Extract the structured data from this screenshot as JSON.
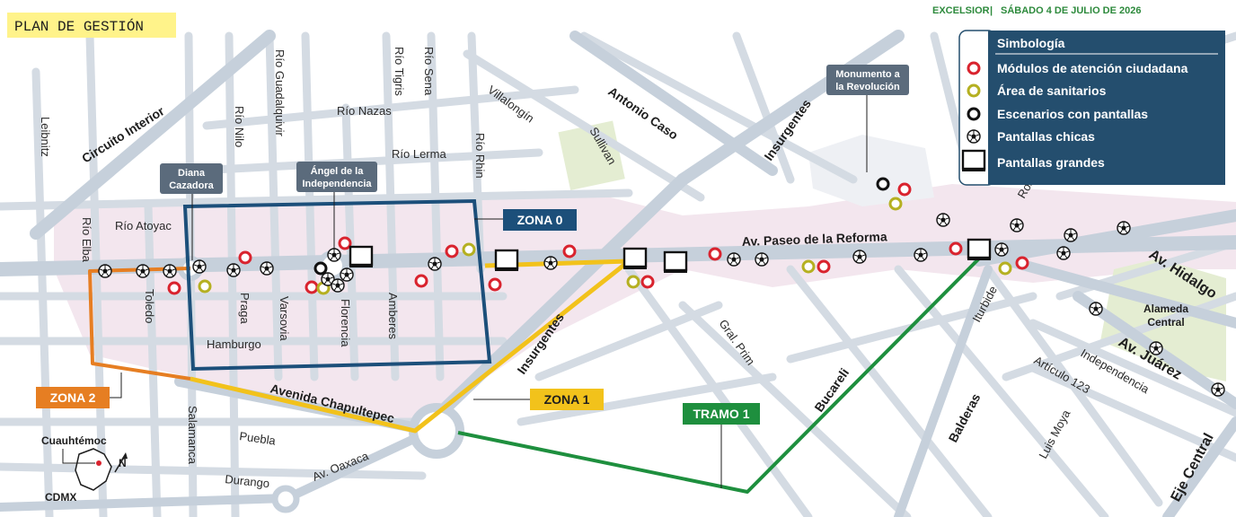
{
  "header": {
    "title": "PLAN DE GESTIÓN",
    "publication": "EXCELSIOR",
    "separator": "|",
    "date": "SÁBADO 4 DE JULIO DE 2026"
  },
  "legend": {
    "title": "Simbología",
    "items": [
      {
        "label": "Módulos de atención ciudadana",
        "icon": "red-circle-icon"
      },
      {
        "label": "Área de sanitarios",
        "icon": "yellow-circle-icon"
      },
      {
        "label": "Escenarios con pantallas",
        "icon": "black-circle-icon"
      },
      {
        "label": "Pantallas chicas",
        "icon": "soccer-ball-icon"
      },
      {
        "label": "Pantallas grandes",
        "icon": "screen-icon"
      }
    ]
  },
  "zones": {
    "zona0": "ZONA 0",
    "zona1": "ZONA 1",
    "zona2": "ZONA 2",
    "tramo1": "TRAMO 1"
  },
  "landmarks": {
    "diana": [
      "Diana",
      "Cazadora"
    ],
    "angel": [
      "Ángel de la",
      "Independencia"
    ],
    "monumento": [
      "Monumento a",
      "la Revolución"
    ],
    "alameda": [
      "Alameda",
      "Central"
    ]
  },
  "streets": {
    "leibnitz": "Leibnitz",
    "circuito": "Circuito Interior",
    "rio_nilo": "Río Nilo",
    "rio_guadalquivir": "Río Guadalquivir",
    "rio_nazas": "Río Nazas",
    "rio_tigris": "Río Tigris",
    "rio_sena": "Río Sena",
    "villalongin": "Villalongín",
    "rio_lerma": "Río Lerma",
    "rio_rhin": "Río Rhin",
    "sullivan": "Sullivan",
    "antonio_caso": "Antonio Caso",
    "insurgentes_n": "Insurgentes",
    "rio_elba": "Río Elba",
    "rio_atoyac": "Río Atoyac",
    "toledo": "Toledo",
    "praga": "Praga",
    "varsovia": "Varsovia",
    "florencia": "Florencia",
    "amberes": "Amberes",
    "hamburgo": "Hamburgo",
    "reforma": "Av. Paseo de la Reforma",
    "insurgentes_s": "Insurgentes",
    "gral_prim": "Gral. Prim",
    "rosales": "Rosales",
    "iturbide": "Iturbide",
    "av_hidalgo": "Av. Hidalgo",
    "av_juarez": "Av. Juárez",
    "independencia": "Independencia",
    "articulo123": "Artículo 123",
    "bucareli": "Bucareli",
    "balderas": "Balderas",
    "luis_moya": "Luis Moya",
    "eje_central": "Eje Central",
    "chapultepec": "Avenida Chapultepec",
    "salamanca": "Salamanca",
    "puebla": "Puebla",
    "durango": "Durango",
    "oaxaca": "Av. Oaxaca"
  },
  "inset": {
    "label_top": "Cuauhtémoc",
    "label_bottom": "CDMX",
    "north": "N"
  },
  "colors": {
    "zona0": "#1c4f7a",
    "zona1": "#f2c21b",
    "zona2": "#e67e22",
    "tramo1": "#1e8f3e",
    "module": "#d9232e",
    "sanitary": "#b5b021",
    "legend_bg": "#244e6e",
    "highlight": "#fff38a",
    "pink_area": "#f2e4ec",
    "street": "#c9d3dd"
  }
}
